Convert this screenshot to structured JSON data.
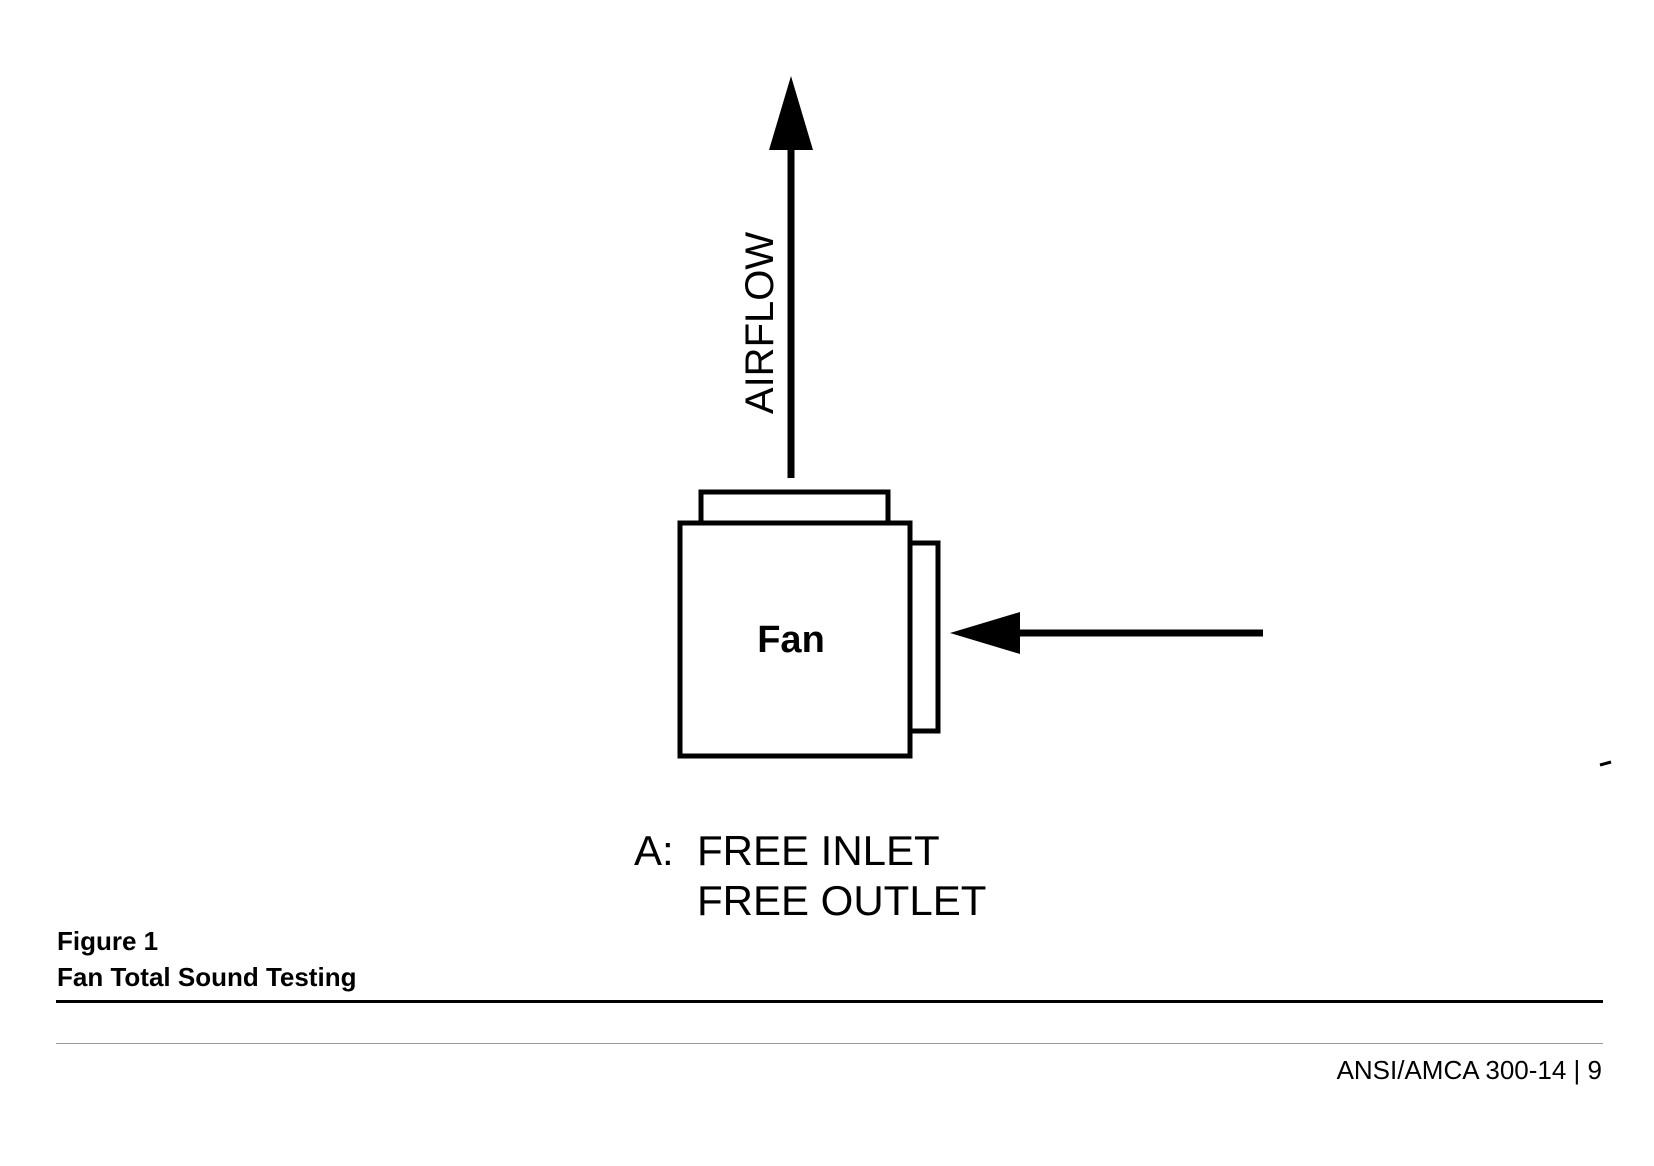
{
  "diagram": {
    "airflow_label": "AIRFLOW",
    "fan_label": "Fan",
    "configuration": {
      "letter": "A:",
      "inlet": "FREE INLET",
      "outlet": "FREE OUTLET"
    }
  },
  "caption": {
    "number": "Figure 1",
    "title": "Fan Total Sound Testing"
  },
  "footer": {
    "text": "ANSI/AMCA 300-14 | 9"
  }
}
